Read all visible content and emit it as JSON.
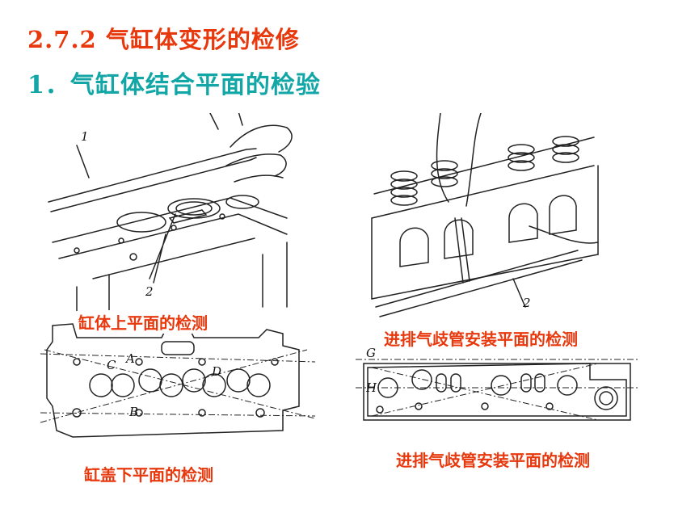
{
  "section": {
    "heading": "2.7.2 气缸体变形的检修"
  },
  "subsection": {
    "heading": "1．气缸体结合平面的检验"
  },
  "figures": {
    "top_left": {
      "label_1": "1",
      "label_2": "2"
    },
    "top_right": {
      "label_2": "2"
    },
    "bottom_left": {
      "label_a": "A",
      "label_b": "B",
      "label_c": "C",
      "label_d": "D"
    },
    "bottom_right": {
      "label_g": "G",
      "label_h": "H"
    }
  },
  "captions": {
    "block_top": "缸体上平面的检测",
    "manifold_top": "进排气歧管安装平面的检测",
    "head_bottom": "缸盖下平面的检测",
    "manifold_bottom": "进排气歧管安装平面的检测"
  }
}
